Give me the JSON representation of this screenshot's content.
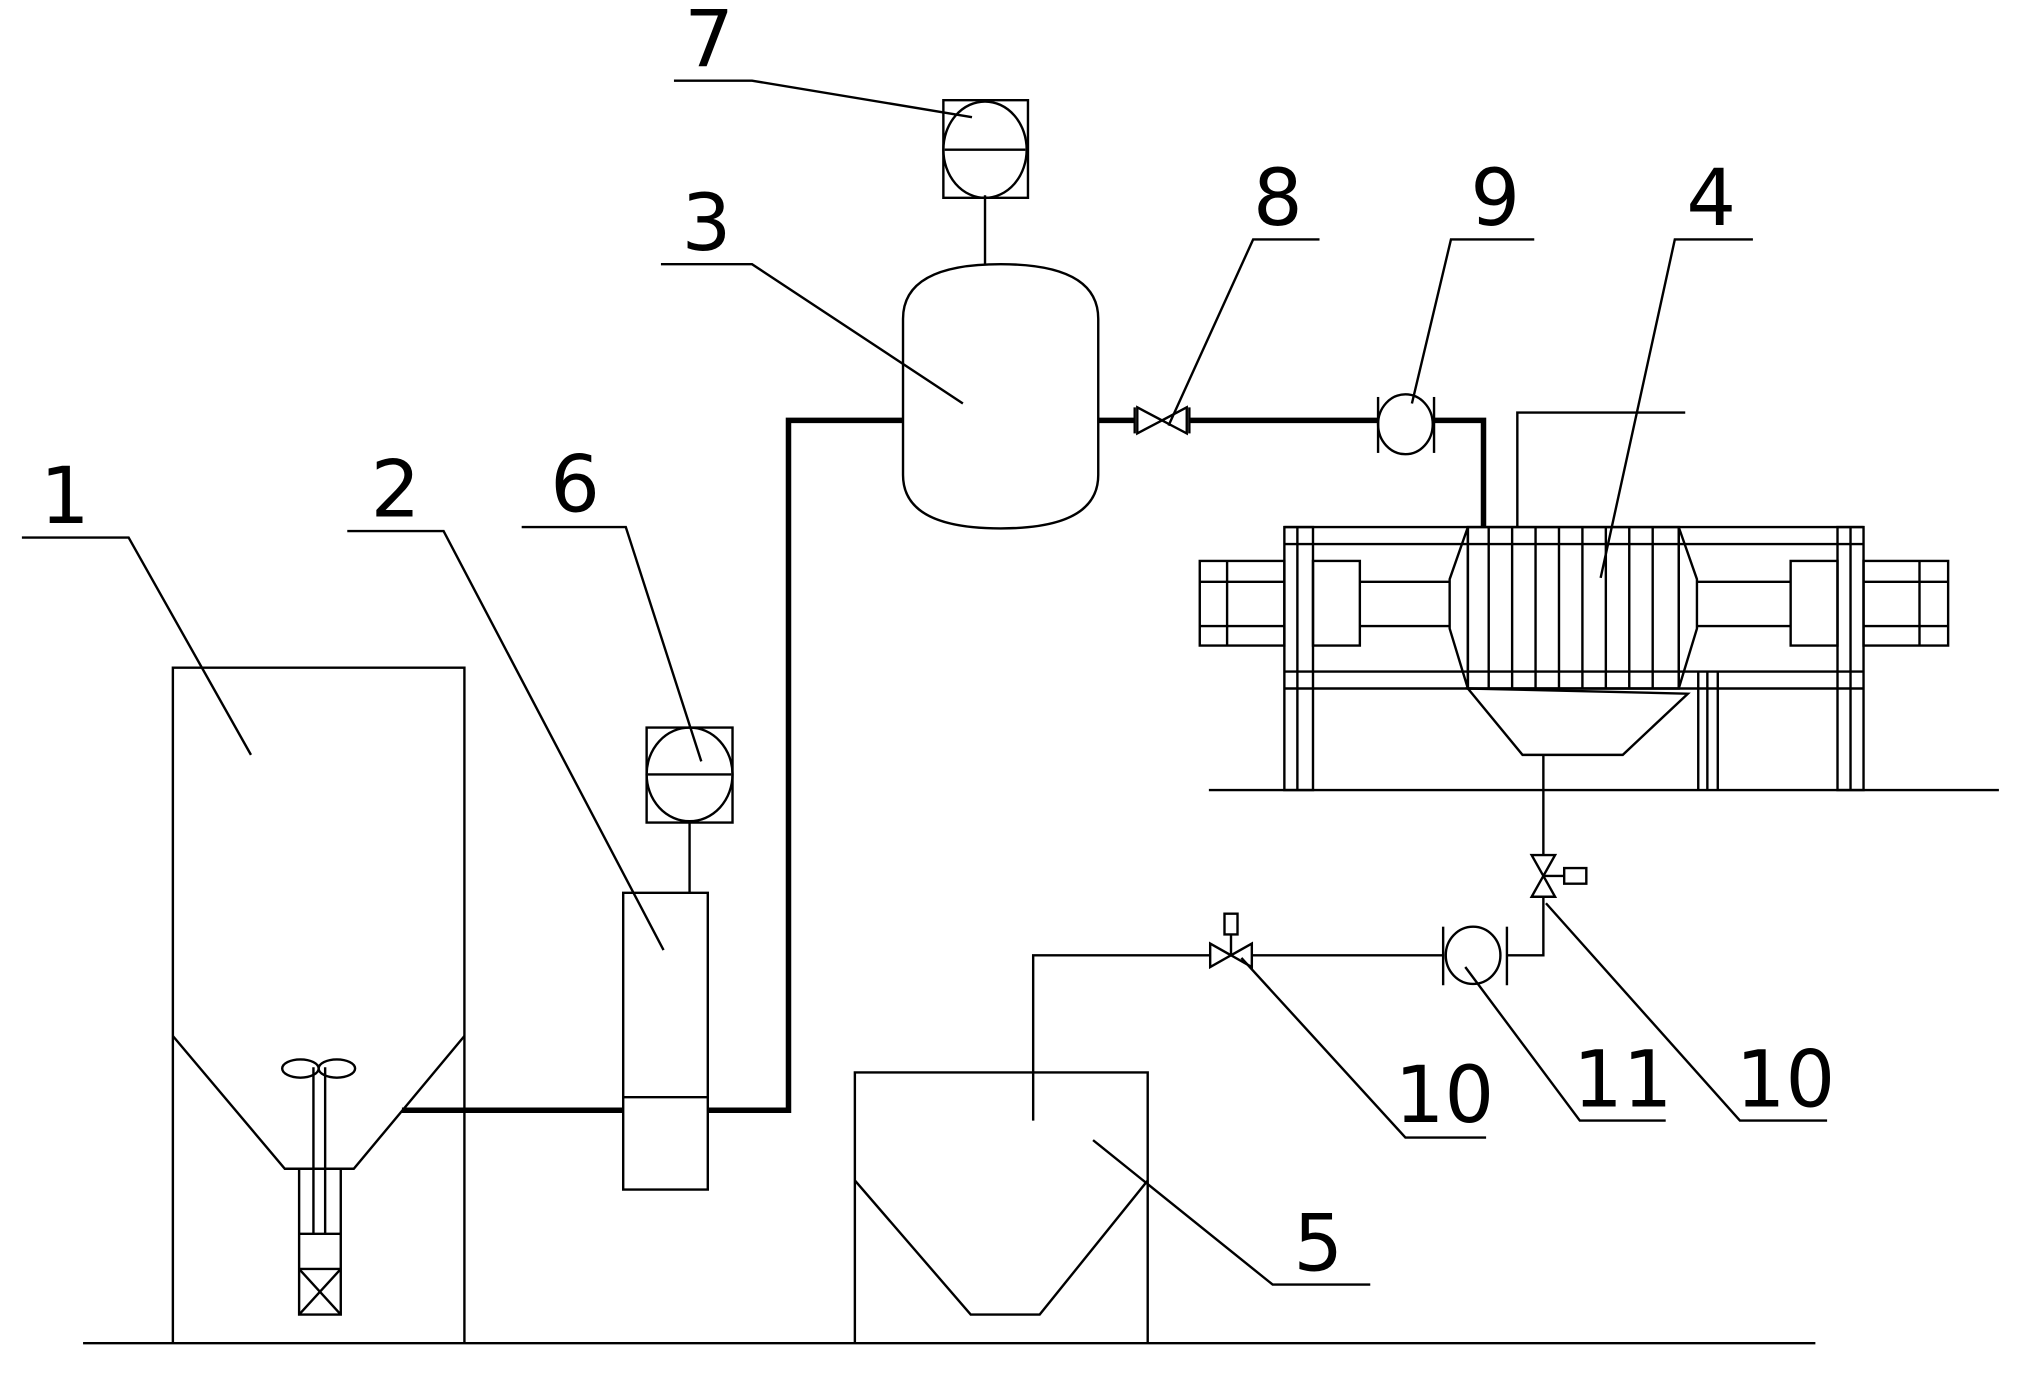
{
  "labels": {
    "tank_1": "1",
    "column_2": "2",
    "vessel_3": "3",
    "filter_press_4": "4",
    "hopper_5": "5",
    "gauge_6": "6",
    "gauge_7": "7",
    "valve_8": "8",
    "pump_9": "9",
    "valve_10_a": "10",
    "pump_11": "11",
    "valve_10_b": "10"
  },
  "colors": {
    "line": "#000000",
    "background": "#ffffff"
  }
}
